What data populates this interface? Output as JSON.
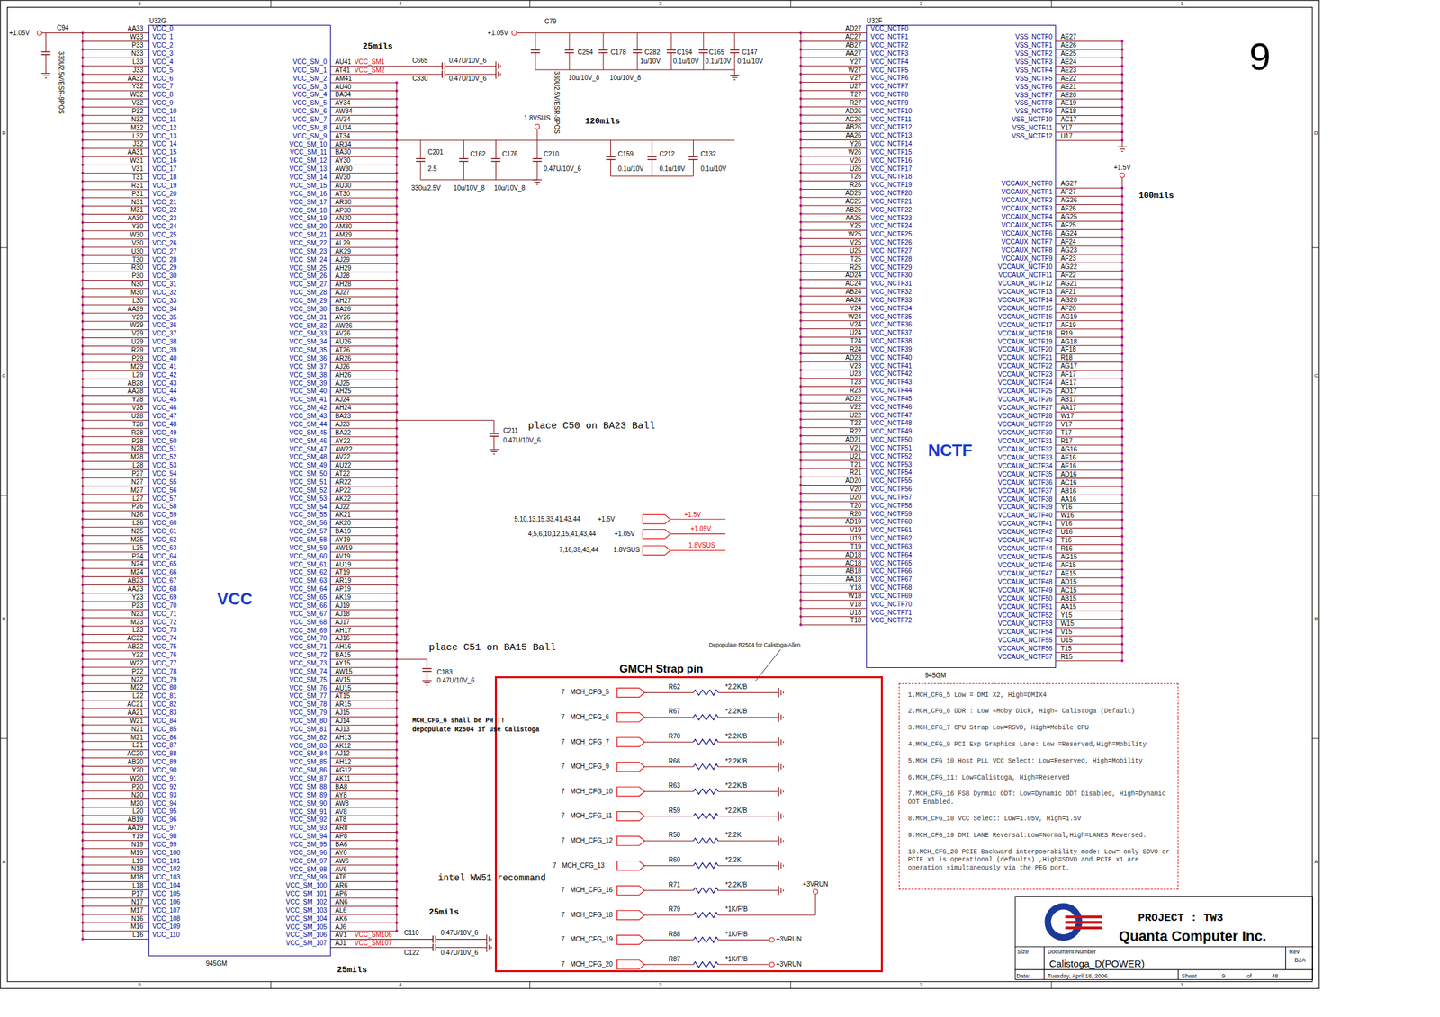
{
  "diagram": {
    "nodes": [
      {
        "text": [
          "U32G",
          "VCC",
          "945GM"
        ]
      },
      {
        "text": [
          "U32F",
          "NCTF",
          "945GM"
        ]
      },
      {
        "text": [
          "GMCH Strap pin"
        ]
      },
      {
        "text": [
          "1.MCH_CFG_5 Low = DMI X2, High=DMIX4",
          "2.MCH_CFG_6 DDR : Low =Moby Dick, High= Calistoga (Default)",
          "3.MCH_CFG_7 CPU Strap Low=RSVD, High=Mobile CPU",
          "4.MCH_CFG_9 PCI Exp Graphics Lane: Low =Reserved,High=Mobility",
          "5.MCH_CFG_10 Host PLL VCC Select: Low=Reserved, High=Mobility",
          "6.MCH_CFG_11: Low=Calistoga, High=Reserved",
          "7.MCH_CFG_16 FSB Dynmic ODT: Low=Dynamic ODT Disabled, High=Dynamic ODT Enabled.",
          "8.MCH_CFG_18 VCC Select: LOW=1.05V, High=1.5V",
          "9.MCH_CFG_19 DMI LANE Reversal:Low=Normal,High=LANES Reversed.",
          "10.MCH_CFG_20 PCIE Backward interpoerability mode: Low= only SDVO or PCIE x1 is operational (defaults) ,High=SDVO and PCIE x1 are operation simultaneously via the PEG port."
        ]
      },
      {
        "text": [
          "PROJECT : TW3",
          "Quanta Computer Inc.",
          "Size",
          "Document Number",
          "Rev",
          "Calistoga_D(POWER)",
          "B2A",
          "Date:",
          "Tuesday, April 18, 2006",
          "Sheet",
          "9",
          "of",
          "48"
        ]
      }
    ],
    "labels": [
      "AA33",
      "W33",
      "P33",
      "N33",
      "L33",
      "J33",
      "AA32",
      "Y32",
      "W32",
      "V32",
      "P32",
      "N32",
      "M32",
      "L32",
      "J32",
      "AA31",
      "W31",
      "V31",
      "T31",
      "R31",
      "P31",
      "N31",
      "M31",
      "AA30",
      "Y30",
      "W30",
      "V30",
      "U30",
      "T30",
      "R30",
      "P30",
      "N30",
      "M30",
      "L30",
      "AA29",
      "Y29",
      "W29",
      "V29",
      "U29",
      "R29",
      "P29",
      "M29",
      "L29",
      "AB28",
      "AA28",
      "Y28",
      "V28",
      "U28",
      "T28",
      "R28",
      "P28",
      "N28",
      "M28",
      "L28",
      "P27",
      "N27",
      "M27",
      "L27",
      "P26",
      "N26",
      "L26",
      "N25",
      "M25",
      "L25",
      "P24",
      "N24",
      "M24",
      "AB23",
      "AA23",
      "Y23",
      "P23",
      "N23",
      "M23",
      "L23",
      "AC22",
      "AB22",
      "Y22",
      "W22",
      "P22",
      "N22",
      "M22",
      "L22",
      "AC21",
      "AA21",
      "W21",
      "N21",
      "M21",
      "L21",
      "AC20",
      "AB20",
      "Y20",
      "W20",
      "P20",
      "N20",
      "M20",
      "L20",
      "AB19",
      "AA19",
      "Y19",
      "N19",
      "M19",
      "L19",
      "N18",
      "M18",
      "L18",
      "P17",
      "N17",
      "M17",
      "N16",
      "M16",
      "L16",
      "VCC_0",
      "VCC_1",
      "VCC_2",
      "VCC_3",
      "VCC_4",
      "VCC_5",
      "VCC_6",
      "VCC_7",
      "VCC_8",
      "VCC_9",
      "VCC_10",
      "VCC_11",
      "VCC_12",
      "VCC_13",
      "VCC_14",
      "VCC_15",
      "VCC_16",
      "VCC_17",
      "VCC_18",
      "VCC_19",
      "VCC_20",
      "VCC_21",
      "VCC_22",
      "VCC_23",
      "VCC_24",
      "VCC_25",
      "VCC_26",
      "VCC_27",
      "VCC_28",
      "VCC_29",
      "VCC_30",
      "VCC_31",
      "VCC_32",
      "VCC_33",
      "VCC_34",
      "VCC_35",
      "VCC_36",
      "VCC_37",
      "VCC_38",
      "VCC_39",
      "VCC_40",
      "VCC_41",
      "VCC_42",
      "VCC_43",
      "VCC_44",
      "VCC_45",
      "VCC_46",
      "VCC_47",
      "VCC_48",
      "VCC_49",
      "VCC_50",
      "VCC_51",
      "VCC_52",
      "VCC_53",
      "VCC_54",
      "VCC_55",
      "VCC_56",
      "VCC_57",
      "VCC_58",
      "VCC_59",
      "VCC_60",
      "VCC_61",
      "VCC_62",
      "VCC_63",
      "VCC_64",
      "VCC_65",
      "VCC_66",
      "VCC_67",
      "VCC_68",
      "VCC_69",
      "VCC_70",
      "VCC_71",
      "VCC_72",
      "VCC_73",
      "VCC_74",
      "VCC_75",
      "VCC_76",
      "VCC_77",
      "VCC_78",
      "VCC_79",
      "VCC_80",
      "VCC_81",
      "VCC_82",
      "VCC_83",
      "VCC_84",
      "VCC_85",
      "VCC_86",
      "VCC_87",
      "VCC_88",
      "VCC_89",
      "VCC_90",
      "VCC_91",
      "VCC_92",
      "VCC_93",
      "VCC_94",
      "VCC_95",
      "VCC_96",
      "VCC_97",
      "VCC_98",
      "VCC_99",
      "VCC_100",
      "VCC_101",
      "VCC_102",
      "VCC_103",
      "VCC_104",
      "VCC_105",
      "VCC_106",
      "VCC_107",
      "VCC_108",
      "VCC_109",
      "VCC_110",
      "VCC_SM_0",
      "VCC_SM_1",
      "VCC_SM_2",
      "VCC_SM_3",
      "VCC_SM_4",
      "VCC_SM_5",
      "VCC_SM_6",
      "VCC_SM_7",
      "VCC_SM_8",
      "VCC_SM_9",
      "VCC_SM_10",
      "VCC_SM_11",
      "VCC_SM_12",
      "VCC_SM_13",
      "VCC_SM_14",
      "VCC_SM_15",
      "VCC_SM_16",
      "VCC_SM_17",
      "VCC_SM_18",
      "VCC_SM_19",
      "VCC_SM_20",
      "VCC_SM_21",
      "VCC_SM_22",
      "VCC_SM_23",
      "VCC_SM_24",
      "VCC_SM_25",
      "VCC_SM_26",
      "VCC_SM_27",
      "VCC_SM_28",
      "VCC_SM_29",
      "VCC_SM_30",
      "VCC_SM_31",
      "VCC_SM_32",
      "VCC_SM_33",
      "VCC_SM_34",
      "VCC_SM_35",
      "VCC_SM_36",
      "VCC_SM_37",
      "VCC_SM_38",
      "VCC_SM_39",
      "VCC_SM_40",
      "VCC_SM_41",
      "VCC_SM_42",
      "VCC_SM_43",
      "VCC_SM_44",
      "VCC_SM_45",
      "VCC_SM_46",
      "VCC_SM_47",
      "VCC_SM_48",
      "VCC_SM_49",
      "VCC_SM_50",
      "VCC_SM_51",
      "VCC_SM_52",
      "VCC_SM_53",
      "VCC_SM_54",
      "VCC_SM_55",
      "VCC_SM_56",
      "VCC_SM_57",
      "VCC_SM_58",
      "VCC_SM_59",
      "VCC_SM_60",
      "VCC_SM_61",
      "VCC_SM_62",
      "VCC_SM_63",
      "VCC_SM_64",
      "VCC_SM_65",
      "VCC_SM_66",
      "VCC_SM_67",
      "VCC_SM_68",
      "VCC_SM_69",
      "VCC_SM_70",
      "VCC_SM_71",
      "VCC_SM_72",
      "VCC_SM_73",
      "VCC_SM_74",
      "VCC_SM_75",
      "VCC_SM_76",
      "VCC_SM_77",
      "VCC_SM_78",
      "VCC_SM_79",
      "VCC_SM_80",
      "VCC_SM_81",
      "VCC_SM_82",
      "VCC_SM_83",
      "VCC_SM_84",
      "VCC_SM_85",
      "VCC_SM_86",
      "VCC_SM_87",
      "VCC_SM_88",
      "VCC_SM_89",
      "VCC_SM_90",
      "VCC_SM_91",
      "VCC_SM_92",
      "VCC_SM_93",
      "VCC_SM_94",
      "VCC_SM_95",
      "VCC_SM_96",
      "VCC_SM_97",
      "VCC_SM_98",
      "VCC_SM_99",
      "VCC_SM_100",
      "VCC_SM_101",
      "VCC_SM_102",
      "VCC_SM_103",
      "VCC_SM_104",
      "VCC_SM_105",
      "VCC_SM_106",
      "VCC_SM_107",
      "AU41",
      "AT41",
      "AM41",
      "AU40",
      "BA34",
      "AY34",
      "AW34",
      "AV34",
      "AU34",
      "AT34",
      "AR34",
      "BA30",
      "AY30",
      "AW30",
      "AV30",
      "AU30",
      "AT30",
      "AR30",
      "AP30",
      "AN30",
      "AM30",
      "AM29",
      "AL29",
      "AK29",
      "AJ29",
      "AH29",
      "AJ28",
      "AH28",
      "AJ27",
      "AH27",
      "BA26",
      "AY26",
      "AW26",
      "AV26",
      "AU26",
      "AT26",
      "AR26",
      "AJ26",
      "AH26",
      "AJ25",
      "AH25",
      "AJ24",
      "AH24",
      "BA23",
      "AJ23",
      "BA22",
      "AY22",
      "AW22",
      "AV22",
      "AU22",
      "AT22",
      "AR22",
      "AP22",
      "AK22",
      "AJ22",
      "AK21",
      "AK20",
      "BA19",
      "AY19",
      "AW19",
      "AV19",
      "AU19",
      "AT19",
      "AR19",
      "AP19",
      "AK19",
      "AJ19",
      "AJ18",
      "AJ17",
      "AH17",
      "AJ16",
      "AH16",
      "BA15",
      "AY15",
      "AW15",
      "AV15",
      "AU15",
      "AT15",
      "AR15",
      "AJ15",
      "AJ14",
      "AJ13",
      "AH13",
      "AK12",
      "AJ12",
      "AH12",
      "AG12",
      "AK11",
      "BA8",
      "AY8",
      "AW8",
      "AV8",
      "AT8",
      "AR8",
      "AP8",
      "BA6",
      "AY6",
      "AW6",
      "AV6",
      "AT6",
      "AR6",
      "AP6",
      "AN6",
      "AL6",
      "AK6",
      "AJ6",
      "AV1",
      "AJ1",
      "AD27",
      "AC27",
      "AB27",
      "AA27",
      "Y27",
      "W27",
      "V27",
      "U27",
      "T27",
      "R27",
      "AD26",
      "AC26",
      "AB26",
      "AA26",
      "Y26",
      "W26",
      "V26",
      "U26",
      "T26",
      "R26",
      "AD25",
      "AC25",
      "AB25",
      "AA25",
      "Y25",
      "W25",
      "V25",
      "U25",
      "T25",
      "R25",
      "AD24",
      "AC24",
      "AB24",
      "AA24",
      "Y24",
      "W24",
      "V24",
      "U24",
      "T24",
      "R24",
      "AD23",
      "V23",
      "U23",
      "T23",
      "R23",
      "AD22",
      "V22",
      "U22",
      "T22",
      "R22",
      "AD21",
      "V21",
      "U21",
      "T21",
      "R21",
      "AD20",
      "V20",
      "U20",
      "T20",
      "R20",
      "AD19",
      "V19",
      "U19",
      "T19",
      "AD18",
      "AC18",
      "AB18",
      "AA18",
      "Y18",
      "W18",
      "V18",
      "U18",
      "T18",
      "VCC_NCTF0",
      "VCC_NCTF1",
      "VCC_NCTF2",
      "VCC_NCTF3",
      "VCC_NCTF4",
      "VCC_NCTF5",
      "VCC_NCTF6",
      "VCC_NCTF7",
      "VCC_NCTF8",
      "VCC_NCTF9",
      "VCC_NCTF10",
      "VCC_NCTF11",
      "VCC_NCTF12",
      "VCC_NCTF13",
      "VCC_NCTF14",
      "VCC_NCTF15",
      "VCC_NCTF16",
      "VCC_NCTF17",
      "VCC_NCTF18",
      "VCC_NCTF19",
      "VCC_NCTF20",
      "VCC_NCTF21",
      "VCC_NCTF22",
      "VCC_NCTF23",
      "VCC_NCTF24",
      "VCC_NCTF25",
      "VCC_NCTF26",
      "VCC_NCTF27",
      "VCC_NCTF28",
      "VCC_NCTF29",
      "VCC_NCTF30",
      "VCC_NCTF31",
      "VCC_NCTF32",
      "VCC_NCTF33",
      "VCC_NCTF34",
      "VCC_NCTF35",
      "VCC_NCTF36",
      "VCC_NCTF37",
      "VCC_NCTF38",
      "VCC_NCTF39",
      "VCC_NCTF40",
      "VCC_NCTF41",
      "VCC_NCTF42",
      "VCC_NCTF43",
      "VCC_NCTF44",
      "VCC_NCTF45",
      "VCC_NCTF46",
      "VCC_NCTF47",
      "VCC_NCTF48",
      "VCC_NCTF49",
      "VCC_NCTF50",
      "VCC_NCTF51",
      "VCC_NCTF52",
      "VCC_NCTF53",
      "VCC_NCTF54",
      "VCC_NCTF55",
      "VCC_NCTF56",
      "VCC_NCTF57",
      "VCC_NCTF58",
      "VCC_NCTF59",
      "VCC_NCTF60",
      "VCC_NCTF61",
      "VCC_NCTF62",
      "VCC_NCTF63",
      "VCC_NCTF64",
      "VCC_NCTF65",
      "VCC_NCTF66",
      "VCC_NCTF67",
      "VCC_NCTF68",
      "VCC_NCTF69",
      "VCC_NCTF70",
      "VCC_NCTF71",
      "VCC_NCTF72",
      "VSS_NCTF0",
      "VSS_NCTF1",
      "VSS_NCTF2",
      "VSS_NCTF3",
      "VSS_NCTF4",
      "VSS_NCTF5",
      "VSS_NCTF6",
      "VSS_NCTF7",
      "VSS_NCTF8",
      "VSS_NCTF9",
      "VSS_NCTF10",
      "VSS_NCTF11",
      "VSS_NCTF12",
      "AE27",
      "AE26",
      "AE25",
      "AE24",
      "AE23",
      "AE22",
      "AE21",
      "AE20",
      "AE19",
      "AE18",
      "AC17",
      "Y17",
      "U17",
      "VCCAUX_NCTF0",
      "VCCAUX_NCTF1",
      "VCCAUX_NCTF2",
      "VCCAUX_NCTF3",
      "VCCAUX_NCTF4",
      "VCCAUX_NCTF5",
      "VCCAUX_NCTF6",
      "VCCAUX_NCTF7",
      "VCCAUX_NCTF8",
      "VCCAUX_NCTF9",
      "VCCAUX_NCTF10",
      "VCCAUX_NCTF11",
      "VCCAUX_NCTF12",
      "VCCAUX_NCTF13",
      "VCCAUX_NCTF14",
      "VCCAUX_NCTF15",
      "VCCAUX_NCTF16",
      "VCCAUX_NCTF17",
      "VCCAUX_NCTF18",
      "VCCAUX_NCTF19",
      "VCCAUX_NCTF20",
      "VCCAUX_NCTF21",
      "VCCAUX_NCTF22",
      "VCCAUX_NCTF23",
      "VCCAUX_NCTF24",
      "VCCAUX_NCTF25",
      "VCCAUX_NCTF26",
      "VCCAUX_NCTF27",
      "VCCAUX_NCTF28",
      "VCCAUX_NCTF29",
      "VCCAUX_NCTF30",
      "VCCAUX_NCTF31",
      "VCCAUX_NCTF32",
      "VCCAUX_NCTF33",
      "VCCAUX_NCTF34",
      "VCCAUX_NCTF35",
      "VCCAUX_NCTF36",
      "VCCAUX_NCTF37",
      "VCCAUX_NCTF38",
      "VCCAUX_NCTF39",
      "VCCAUX_NCTF40",
      "VCCAUX_NCTF41",
      "VCCAUX_NCTF42",
      "VCCAUX_NCTF43",
      "VCCAUX_NCTF44",
      "VCCAUX_NCTF45",
      "VCCAUX_NCTF46",
      "VCCAUX_NCTF47",
      "VCCAUX_NCTF48",
      "VCCAUX_NCTF49",
      "VCCAUX_NCTF50",
      "VCCAUX_NCTF51",
      "VCCAUX_NCTF52",
      "VCCAUX_NCTF53",
      "VCCAUX_NCTF54",
      "VCCAUX_NCTF55",
      "VCCAUX_NCTF56",
      "VCCAUX_NCTF57",
      "AG27",
      "AF27",
      "AG26",
      "AF26",
      "AG25",
      "AF25",
      "AG24",
      "AF24",
      "AG23",
      "AF23",
      "AG22",
      "AF22",
      "AG21",
      "AF21",
      "AG20",
      "AF20",
      "AG19",
      "AF19",
      "R19",
      "AG18",
      "AF18",
      "R18",
      "AG17",
      "AF17",
      "AE17",
      "AD17",
      "AB17",
      "AA17",
      "W17",
      "V17",
      "T17",
      "R17",
      "AG16",
      "AF16",
      "AE16",
      "AD16",
      "AC16",
      "AB16",
      "AA16",
      "Y16",
      "W16",
      "V16",
      "U16",
      "T16",
      "R16",
      "AG15",
      "AF15",
      "AE15",
      "AD15",
      "AC15",
      "AB15",
      "AA15",
      "Y15",
      "W15",
      "V15",
      "U15",
      "T15",
      "R15",
      "+1.05V",
      "C94",
      "330U2.5V/ESR-9POS",
      "25mils",
      "VCC_SM1",
      "VCC_SM2",
      "C665",
      "0.47U/10V_6",
      "C330",
      "0.47U/10V_6",
      "+1.05V",
      "C79",
      "330U2.5V/ESR-9POS",
      "C254",
      "C178",
      "C282",
      "1u/10V",
      "C194",
      "0.1u/10V",
      "C165",
      "0.1u/10V",
      "C147",
      "0.1u/10V",
      "10u/10V_8",
      "10u/10V_8",
      "1.8VSUS",
      "120mils",
      "C201",
      "2.5",
      "330u/2.5V",
      "C162",
      "C176",
      "10u/10V_8",
      "10u/10V_8",
      "C210",
      "0.47U/10V_6",
      "C159",
      "0.1u/10V",
      "C212",
      "0.1u/10V",
      "C132",
      "0.1u/10V",
      "C211",
      "0.47U/10V_6",
      "place C50 on BA23 Ball",
      "5,10,13,15,33,41,43,44",
      "+1.5V",
      "+1.5V",
      "4,5,6,10,12,15,41,43,44",
      "+1.05V",
      "+1.05V",
      "7,16,39,43,44",
      "1.8VSUS",
      "1.8VSUS",
      "place C51 on BA15 Ball",
      "C183",
      "0.47U/10V_6",
      "MCH_CFG_6 shall be PH !!",
      "depopulate R2504 if use Calistoga",
      "intel WW51 recommand",
      "25mils",
      "VCC_SM106",
      "VCC_SM107",
      "C110",
      "0.47U/10V_6",
      "C122",
      "0.47U/10V_6",
      "25mils",
      "+1.5V",
      "100mils",
      "Depopulate R2504 for Calistoga-Allen",
      "7",
      "MCH_CFG_5",
      "R62",
      "*2.2K/B",
      "7",
      "MCH_CFG_6",
      "R67",
      "*2.2K/B",
      "7",
      "MCH_CFG_7",
      "R70",
      "*2.2K/B",
      "7",
      "MCH_CFG_9",
      "R66",
      "*2.2K/B",
      "7",
      "MCH_CFG_10",
      "R63",
      "*2.2K/B",
      "7",
      "MCH_CFG_11",
      "R59",
      "*2.2K/B",
      "7",
      "MCH_CFG_12",
      "R58",
      "*2.2K",
      "7",
      "MCH_CFG_13",
      "R60",
      "*2.2K",
      "7",
      "MCH_CFG_16",
      "R71",
      "*2.2K/B",
      "7",
      "MCH_CFG_18",
      "R79",
      "*1K/F/B",
      "7",
      "MCH_CFG_19",
      "R88",
      "*1K/F/B",
      "+3VRUN",
      "7",
      "MCH_CFG_20",
      "R87",
      "*1K/F/B",
      "+3VRUN",
      "+3VRUN",
      "5",
      "4",
      "3",
      "2",
      "1",
      "5",
      "4",
      "3",
      "2",
      "1",
      "D",
      "C",
      "B",
      "A",
      "D",
      "C",
      "B",
      "A",
      "9"
    ]
  }
}
